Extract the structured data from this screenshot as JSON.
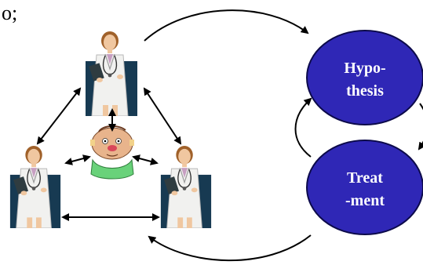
{
  "fragment_text": "o;",
  "nodes": {
    "hypothesis": {
      "line1": "Hypo-",
      "line2": "thesis"
    },
    "treatment": {
      "line1": "Treat",
      "line2": "-ment"
    }
  },
  "colors": {
    "ellipse_fill": "#2f27b6",
    "ellipse_stroke": "#0c0a4a",
    "doctor_panel": "#173a52",
    "coat": "#f1f1ef",
    "arrow": "#000000",
    "patient_face": "#e8b48c",
    "patient_scarf": "#69d27a"
  },
  "icons": [
    "doctor-icon",
    "sick-patient-icon",
    "ellipse-node"
  ]
}
